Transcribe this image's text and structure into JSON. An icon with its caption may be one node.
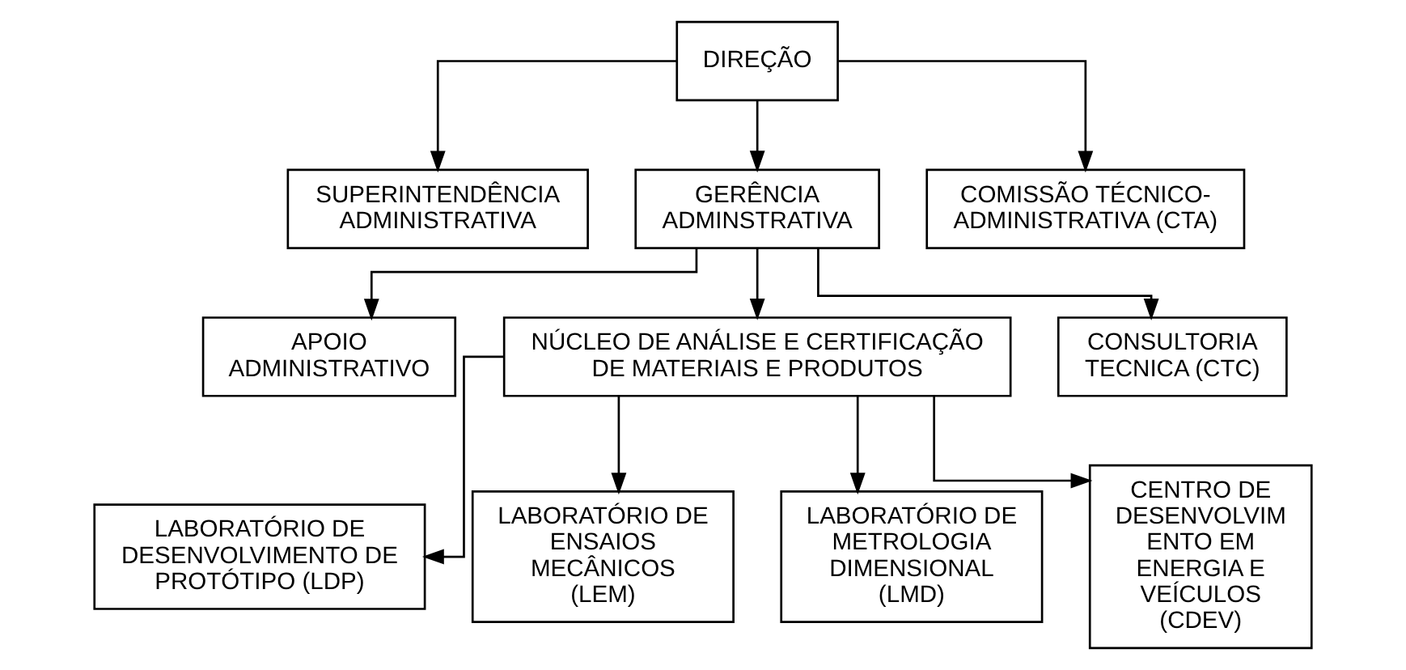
{
  "diagram": {
    "nodes": [
      {
        "text": [
          "DIREÇÃO"
        ]
      },
      {
        "text": [
          "SUPERINTENDÊNCIA ADMINISTRATIVA"
        ]
      },
      {
        "text": [
          "GERÊNCIA ADMINSTRATIVA"
        ]
      },
      {
        "text": [
          "COMISSÃO TÉCNICO- ADMINISTRATIVA (CTA)"
        ]
      },
      {
        "text": [
          "APOIO ADMINISTRATIVO"
        ]
      },
      {
        "text": [
          "NÚCLEO DE ANÁLISE E CERTIFICAÇÃO DE MATERIAIS E PRODUTOS"
        ]
      },
      {
        "text": [
          "CONSULTORIA TECNICA (CTC)"
        ]
      },
      {
        "text": [
          "LABORATÓRIO DE DESENVOLVIMENTO DE PROTÓTIPO (LDP)"
        ]
      },
      {
        "text": [
          "LABORATÓRIO DE ENSAIOS MECÂNICOS (LEM)"
        ]
      },
      {
        "text": [
          "LABORATÓRIO DE METROLOGIA DIMENSIONAL (LMD)"
        ]
      },
      {
        "text": [
          "CENTRO DE DESENVOLVIM ENTO EM ENERGIA E VEÍCULOS (CDEV)"
        ]
      }
    ],
    "edges": [
      {
        "from": 0,
        "to": 1,
        "arrow": "to"
      },
      {
        "from": 0,
        "to": 2,
        "arrow": "to"
      },
      {
        "from": 0,
        "to": 3,
        "arrow": "to"
      },
      {
        "from": 2,
        "to": 4,
        "arrow": "to"
      },
      {
        "from": 2,
        "to": 5,
        "arrow": "to"
      },
      {
        "from": 2,
        "to": 6,
        "arrow": "to"
      },
      {
        "from": 5,
        "to": 7,
        "arrow": "to"
      },
      {
        "from": 5,
        "to": 8,
        "arrow": "to"
      },
      {
        "from": 5,
        "to": 9,
        "arrow": "to"
      },
      {
        "from": 5,
        "to": 10,
        "arrow": "to"
      }
    ]
  }
}
